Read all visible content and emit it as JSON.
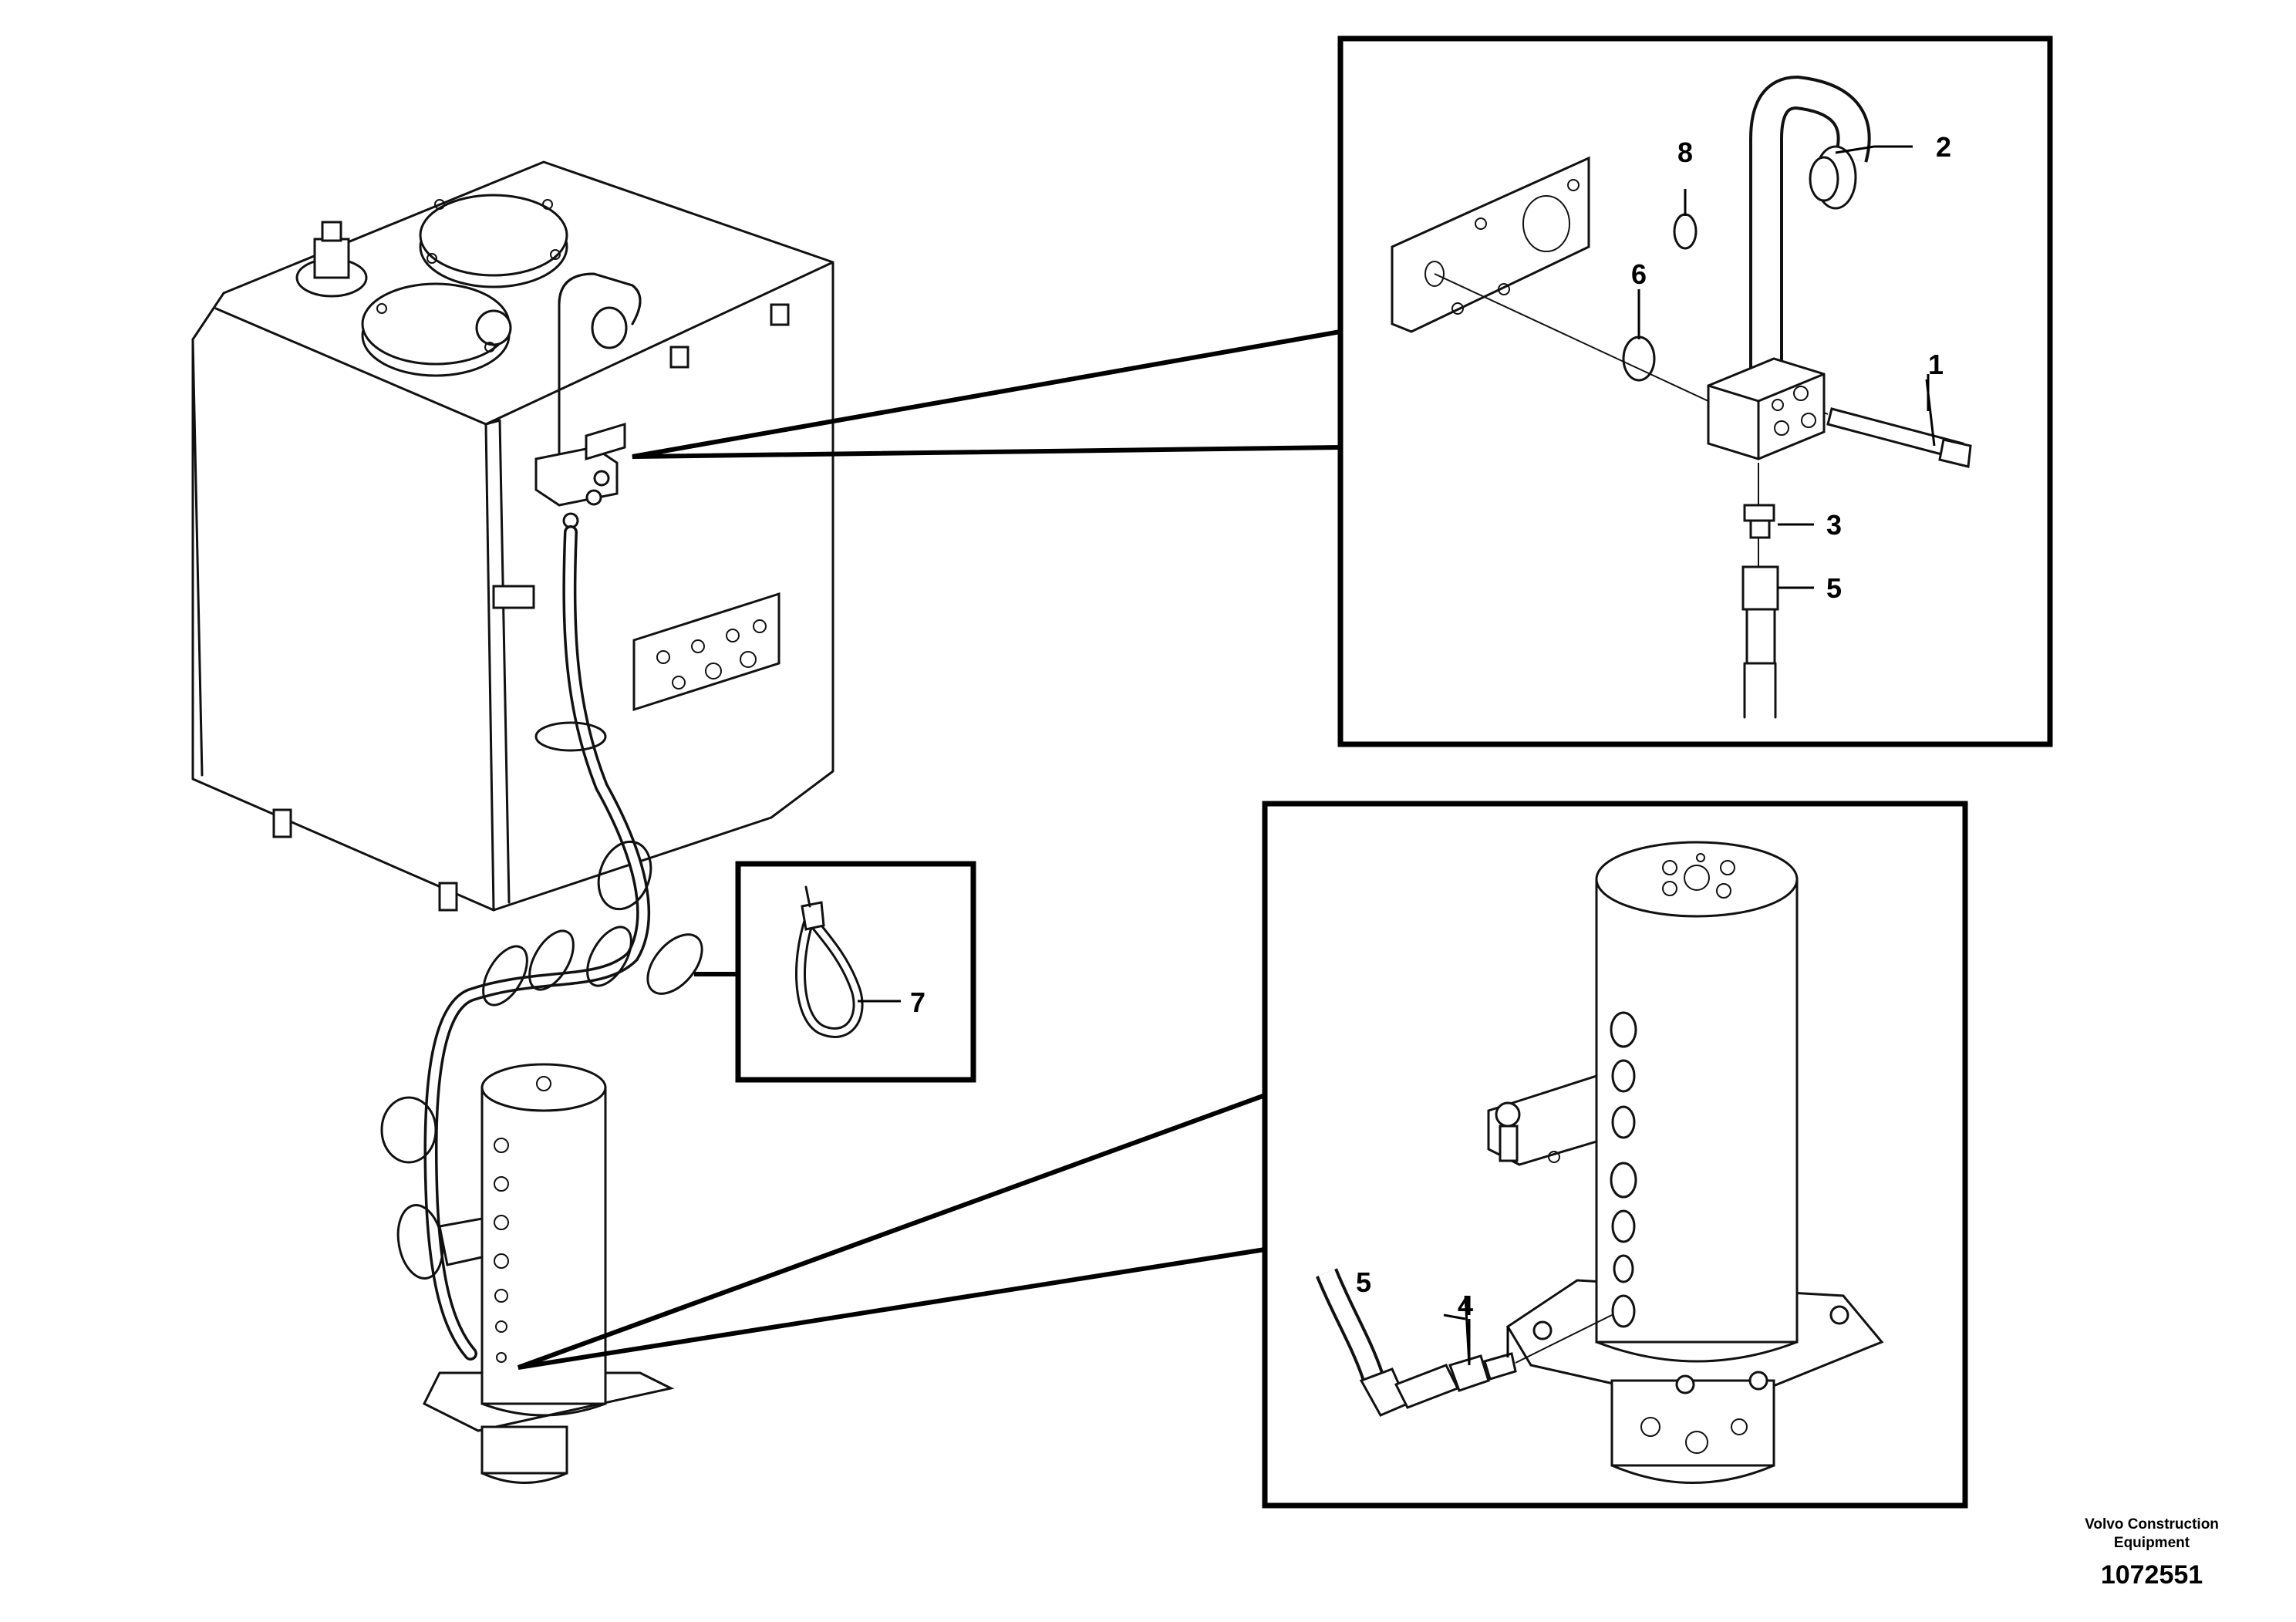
{
  "diagram": {
    "callouts": {
      "c1": "1",
      "c2": "2",
      "c3": "3",
      "c4": "4",
      "c5a": "5",
      "c5b": "5",
      "c6": "6",
      "c7": "7",
      "c8": "8"
    },
    "publisher_line1": "Volvo Construction",
    "publisher_line2": "Equipment",
    "document_number": "1072551"
  }
}
